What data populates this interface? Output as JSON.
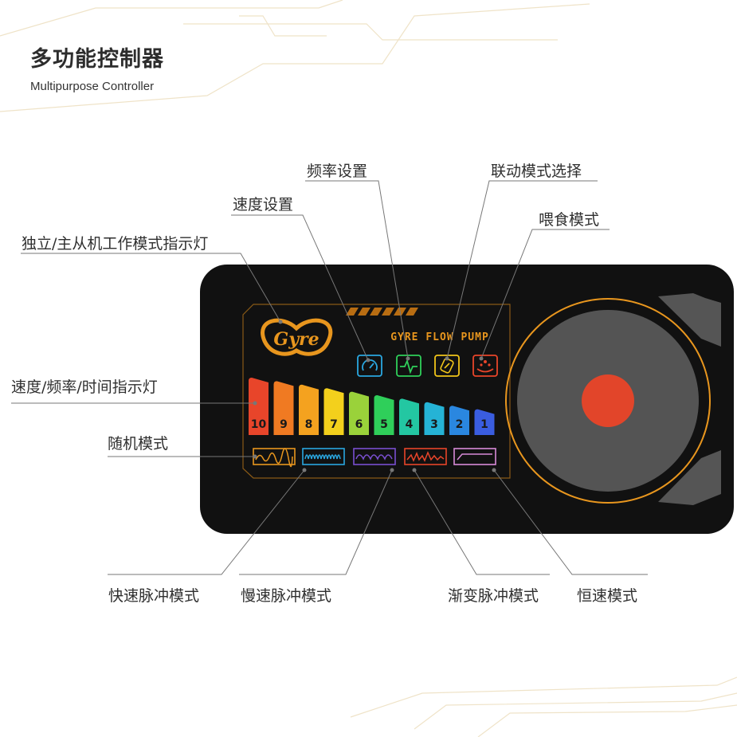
{
  "header": {
    "title": "多功能控制器",
    "subtitle": "Multipurpose Controller"
  },
  "device": {
    "brand": "Gyre",
    "product_name": "GYRE FLOW PUMP",
    "knob_center_color": "#e2452a",
    "accent": "#e8961e"
  },
  "callouts": {
    "freq_setting": "频率设置",
    "linkage_mode": "联动模式选择",
    "speed_setting": "速度设置",
    "feed_mode": "喂食模式",
    "master_slave_light": "独立/主从机工作模式指示灯",
    "speed_freq_time_light": "速度/频率/时间指示灯",
    "random_mode": "随机模式",
    "fast_pulse": "快速脉冲模式",
    "slow_pulse": "慢速脉冲模式",
    "gradual_pulse": "渐变脉冲模式",
    "constant_speed": "恒速模式"
  },
  "levels": [
    "10",
    "9",
    "8",
    "7",
    "6",
    "5",
    "4",
    "3",
    "2",
    "1"
  ],
  "icons": [
    {
      "name": "speed-gauge-icon",
      "color": "#2aa7e0"
    },
    {
      "name": "frequency-wave-icon",
      "color": "#2fcf5a"
    },
    {
      "name": "link-icon",
      "color": "#f0c419"
    },
    {
      "name": "feed-icon",
      "color": "#e8452a"
    }
  ],
  "mode_buttons": [
    {
      "name": "random-mode-button",
      "color": "#e8961e"
    },
    {
      "name": "fast-pulse-button",
      "color": "#2aa7e0"
    },
    {
      "name": "slow-pulse-button",
      "color": "#7a4fd0"
    },
    {
      "name": "gradual-pulse-button",
      "color": "#e8452a"
    },
    {
      "name": "constant-speed-button",
      "color": "#d88ad8"
    }
  ]
}
